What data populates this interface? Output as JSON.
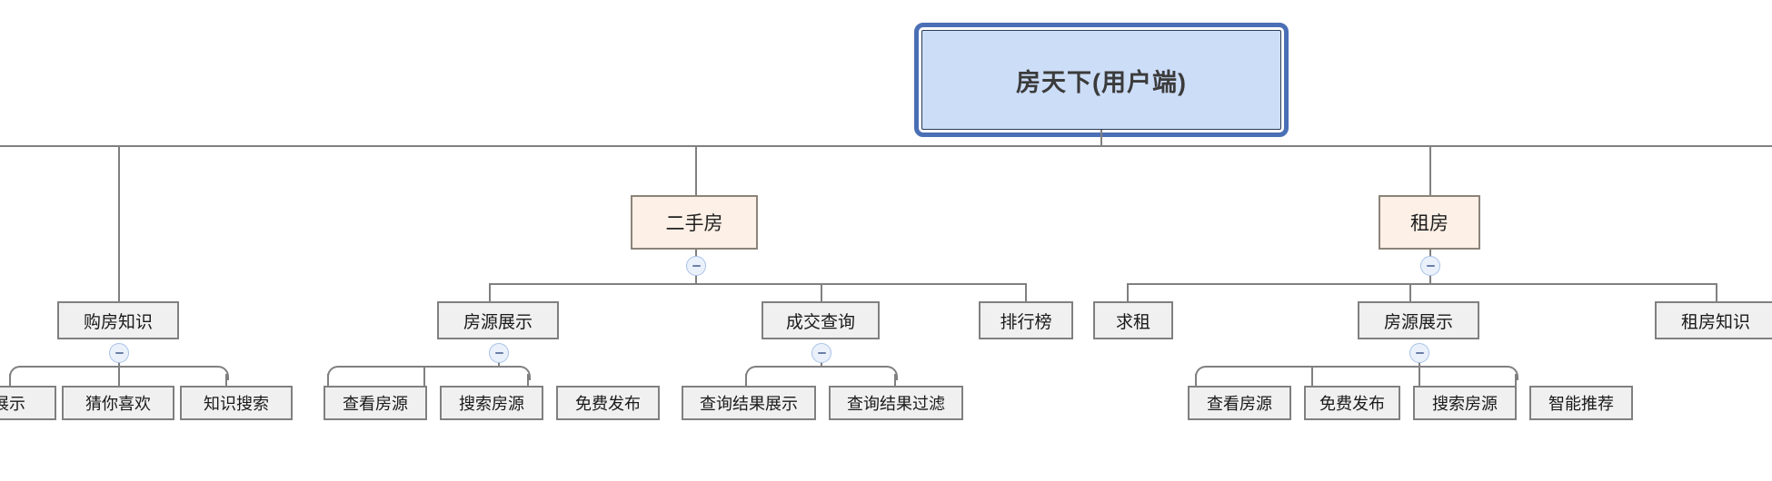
{
  "diagram": {
    "type": "mindmap-tree",
    "title": "房天下(用户端)",
    "orientation": "top-down",
    "colors": {
      "root_fill": "#ccddf7",
      "root_selection_ring": "#4a6fb5",
      "level2_fill": "#fdf0e6",
      "level2_border": "#8c8379",
      "node_fill": "#f0f0f0",
      "node_border": "#808080",
      "connector": "#808080",
      "toggle_fill": "#eaf1fb",
      "toggle_border": "#a9c2e8",
      "background": "#ffffff"
    },
    "toggle_icon": "collapse-minus-icon"
  },
  "root": {
    "label": "房天下(用户端)",
    "selected": true
  },
  "branches": [
    {
      "id": "branch-buy-knowledge",
      "label": "购房知识",
      "level": 3,
      "has_toggle": true,
      "children": [
        {
          "label": "展示"
        },
        {
          "label": "猜你喜欢"
        },
        {
          "label": "知识搜索"
        }
      ]
    },
    {
      "id": "branch-secondhand",
      "label": "二手房",
      "level": 2,
      "has_toggle": true,
      "children": [
        {
          "id": "node-listing-display",
          "label": "房源展示",
          "has_toggle": true,
          "children": [
            {
              "label": "查看房源"
            },
            {
              "label": "搜索房源"
            },
            {
              "label": "免费发布"
            }
          ]
        },
        {
          "id": "node-deal-query",
          "label": "成交查询",
          "has_toggle": true,
          "children": [
            {
              "label": "查询结果展示"
            },
            {
              "label": "查询结果过滤"
            }
          ]
        },
        {
          "id": "node-ranking",
          "label": "排行榜",
          "has_toggle": false,
          "children": []
        }
      ]
    },
    {
      "id": "branch-rent",
      "label": "租房",
      "level": 2,
      "has_toggle": true,
      "children": [
        {
          "id": "node-seek-rent",
          "label": "求租",
          "has_toggle": false,
          "children": []
        },
        {
          "id": "node-rent-listing-display",
          "label": "房源展示",
          "has_toggle": true,
          "children": [
            {
              "label": "查看房源"
            },
            {
              "label": "免费发布"
            },
            {
              "label": "搜索房源"
            },
            {
              "label": "智能推荐"
            }
          ]
        },
        {
          "id": "node-rent-knowledge",
          "label": "租房知识",
          "has_toggle": false,
          "children": []
        }
      ]
    }
  ]
}
